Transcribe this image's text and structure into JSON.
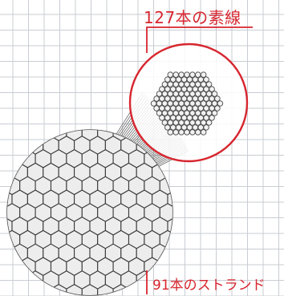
{
  "labels": {
    "top": "127本の素線",
    "bottom": "91本のストランド"
  },
  "colors": {
    "accent": "#d7262f",
    "grid": "#c9ccd2",
    "ink": "#3a3a3a"
  },
  "counts": {
    "wires_per_strand": 127,
    "strands": 91
  }
}
